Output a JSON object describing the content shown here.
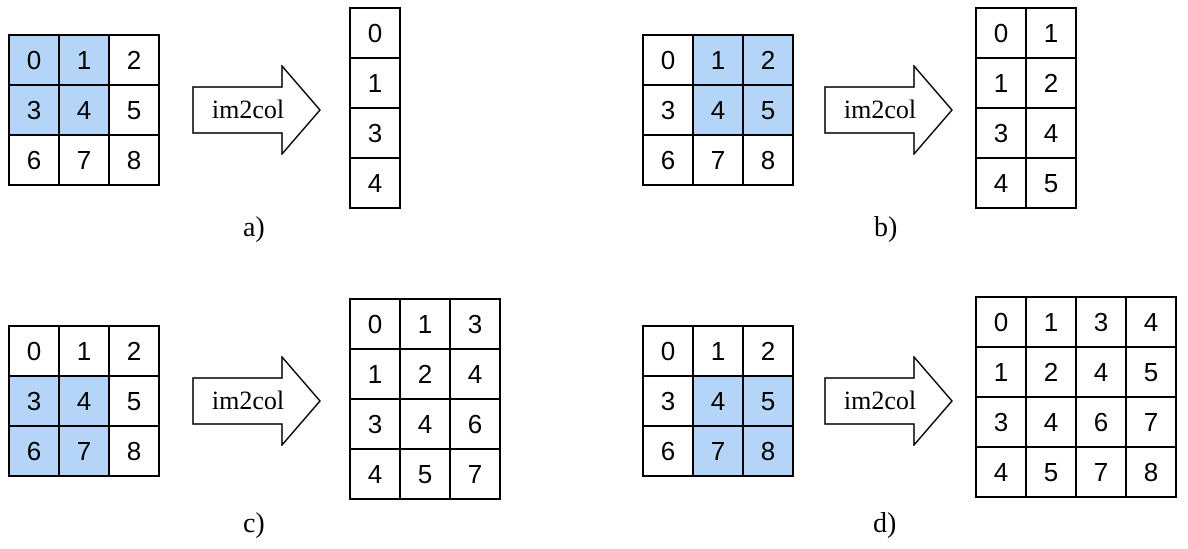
{
  "arrow_label": "im2col",
  "highlight_color": "#b4d5f8",
  "panels": [
    {
      "caption": "a)",
      "input": [
        [
          "0",
          "1",
          "2"
        ],
        [
          "3",
          "4",
          "5"
        ],
        [
          "6",
          "7",
          "8"
        ]
      ],
      "highlight": [
        [
          0,
          0
        ],
        [
          0,
          1
        ],
        [
          1,
          0
        ],
        [
          1,
          1
        ]
      ],
      "output": [
        [
          "0"
        ],
        [
          "1"
        ],
        [
          "3"
        ],
        [
          "4"
        ]
      ]
    },
    {
      "caption": "b)",
      "input": [
        [
          "0",
          "1",
          "2"
        ],
        [
          "3",
          "4",
          "5"
        ],
        [
          "6",
          "7",
          "8"
        ]
      ],
      "highlight": [
        [
          0,
          1
        ],
        [
          0,
          2
        ],
        [
          1,
          1
        ],
        [
          1,
          2
        ]
      ],
      "output": [
        [
          "0",
          "1"
        ],
        [
          "1",
          "2"
        ],
        [
          "3",
          "4"
        ],
        [
          "4",
          "5"
        ]
      ]
    },
    {
      "caption": "c)",
      "input": [
        [
          "0",
          "1",
          "2"
        ],
        [
          "3",
          "4",
          "5"
        ],
        [
          "6",
          "7",
          "8"
        ]
      ],
      "highlight": [
        [
          1,
          0
        ],
        [
          1,
          1
        ],
        [
          2,
          0
        ],
        [
          2,
          1
        ]
      ],
      "output": [
        [
          "0",
          "1",
          "3"
        ],
        [
          "1",
          "2",
          "4"
        ],
        [
          "3",
          "4",
          "6"
        ],
        [
          "4",
          "5",
          "7"
        ]
      ]
    },
    {
      "caption": "d)",
      "input": [
        [
          "0",
          "1",
          "2"
        ],
        [
          "3",
          "4",
          "5"
        ],
        [
          "6",
          "7",
          "8"
        ]
      ],
      "highlight": [
        [
          1,
          1
        ],
        [
          1,
          2
        ],
        [
          2,
          1
        ],
        [
          2,
          2
        ]
      ],
      "output": [
        [
          "0",
          "1",
          "3",
          "4"
        ],
        [
          "1",
          "2",
          "4",
          "5"
        ],
        [
          "3",
          "4",
          "6",
          "7"
        ],
        [
          "4",
          "5",
          "7",
          "8"
        ]
      ]
    }
  ]
}
